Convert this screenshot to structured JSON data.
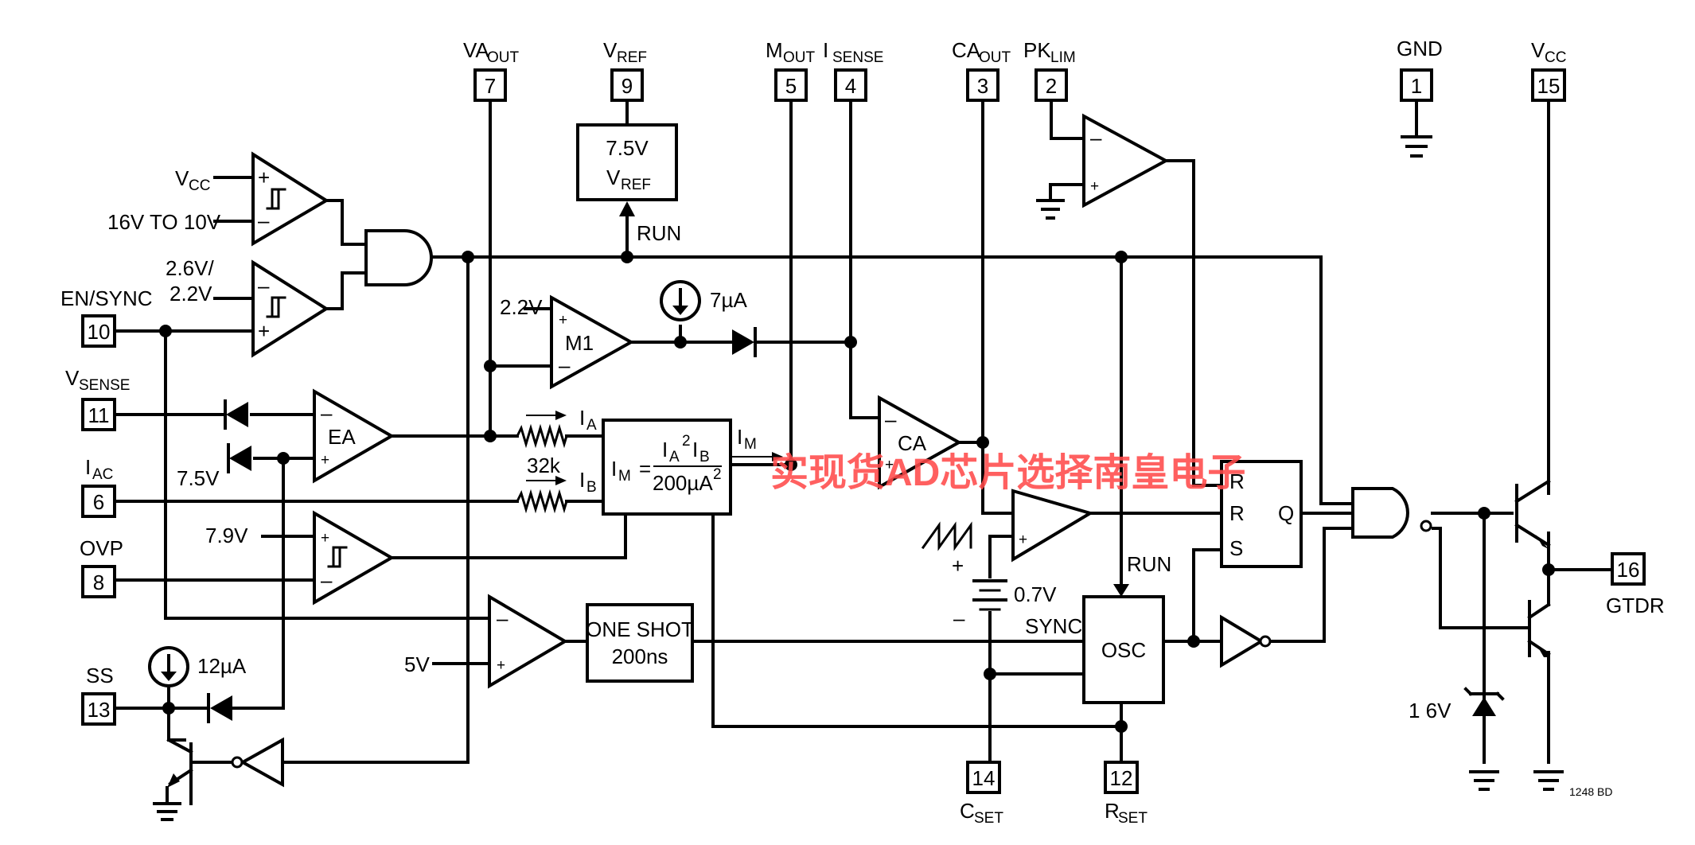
{
  "pins": {
    "p7": {
      "num": "7",
      "name": "VA",
      "sub": "OUT"
    },
    "p9": {
      "num": "9",
      "name": "V",
      "sub": "REF"
    },
    "p5": {
      "num": "5",
      "name": "M",
      "sub": "OUT"
    },
    "p4": {
      "num": "4",
      "name": "I",
      "sub": "SENSE"
    },
    "p3": {
      "num": "3",
      "name": "CA",
      "sub": "OUT"
    },
    "p2": {
      "num": "2",
      "name": "PK",
      "sub": "LIM"
    },
    "p1": {
      "num": "1",
      "name": "GND"
    },
    "p15": {
      "num": "15",
      "name": "V",
      "sub": "CC"
    },
    "p10": {
      "num": "10",
      "name": "EN/SYNC"
    },
    "p11": {
      "num": "11",
      "name": "V",
      "sub": "SENSE"
    },
    "p6": {
      "num": "6",
      "name": "I",
      "sub": "AC"
    },
    "p8": {
      "num": "8",
      "name": "OVP"
    },
    "p13": {
      "num": "13",
      "name": "SS"
    },
    "p14": {
      "num": "14",
      "name": "C",
      "sub": "SET"
    },
    "p12": {
      "num": "12",
      "name": "R",
      "sub": "SET"
    },
    "p16": {
      "num": "16",
      "name": "GTDR"
    }
  },
  "labels": {
    "vcc_in": "V",
    "vcc_in_sub": "CC",
    "uvlo": "16V TO 10V",
    "en_thresh_1": "2.6V/",
    "en_thresh_2": "2.2V",
    "m1_ref": "2.2V",
    "ea_ref": "7.5V",
    "ovp_ref": "7.9V",
    "ss_ref": "5V",
    "src_7ua": "7µA",
    "src_12ua": "12µA",
    "resistor": "32k",
    "ia": "I",
    "ia_sub": "A",
    "ib": "I",
    "ib_sub": "B",
    "im": "I",
    "im_sub": "M",
    "run1": "RUN",
    "run2": "RUN",
    "sync": "SYNC",
    "battery": "0.7V",
    "zener": "1 6V",
    "code": "1248 BD",
    "plus": "+",
    "minus": "–"
  },
  "blocks": {
    "vref_line1": "7.5V",
    "vref_line2": "V",
    "vref_line2_sub": "REF",
    "oneshot_line1": "ONE SHOT",
    "oneshot_line2": "200ns",
    "osc": "OSC",
    "m1": "M1",
    "ea": "EA",
    "ca": "CA",
    "mult_lhs": "I",
    "mult_lhs_sub": "M",
    "mult_eq": "=",
    "mult_num": "I",
    "mult_num_sub": "A",
    "mult_num_sup": "2",
    "mult_num2": "I",
    "mult_num2_sub": "B",
    "mult_den": "200µA",
    "mult_den_sup": "2",
    "ff_r1": "R",
    "ff_r2": "R",
    "ff_s": "S",
    "ff_q": "Q"
  },
  "watermark": "实现货AD芯片选择南皇电子",
  "colors": {
    "watermark": "#ff4a4a",
    "ink": "#000000"
  }
}
